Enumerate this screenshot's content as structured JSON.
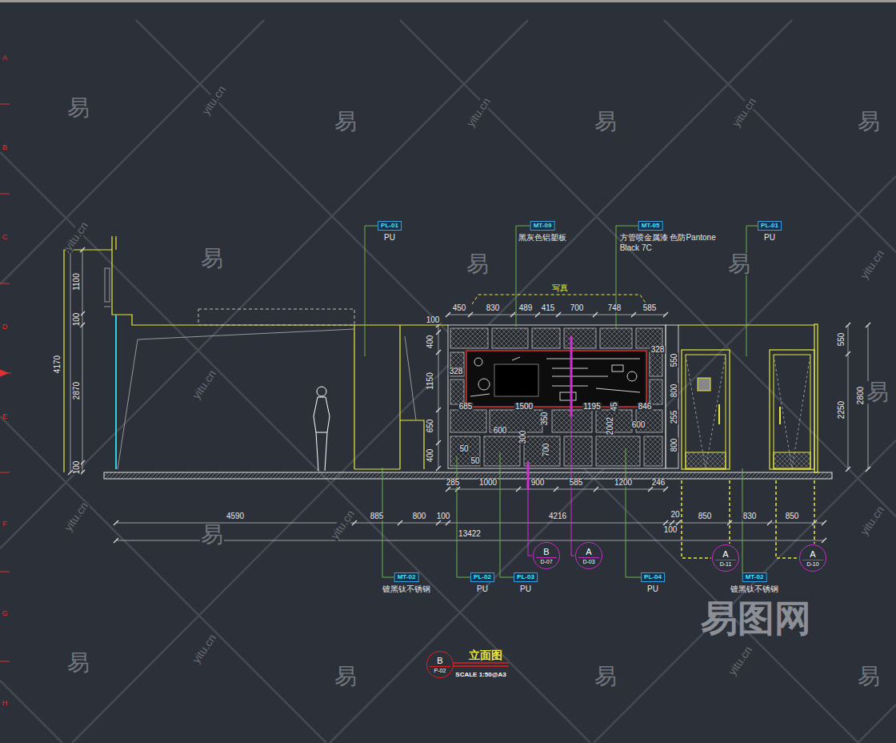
{
  "diagram": {
    "title": "立面图",
    "caption": "SCALE 1:50@A3",
    "nodes": [
      {
        "text": [
          "PL-01",
          "PU"
        ]
      },
      {
        "text": [
          "MT-09",
          "黑灰色铝塑板"
        ]
      },
      {
        "text": [
          "MT-05",
          "方管喷金属漆 色防Pantone Black 7C"
        ]
      },
      {
        "text": [
          "PL-01",
          "PU"
        ]
      },
      {
        "text": [
          "MT-02",
          "镀黑钛不锈钢"
        ]
      },
      {
        "text": [
          "PL-02",
          "PU"
        ]
      },
      {
        "text": [
          "PL-03",
          "PU"
        ]
      },
      {
        "text": [
          "PL-04",
          "PU"
        ]
      },
      {
        "text": [
          "MT-02",
          "镀黑钛不锈钢"
        ]
      },
      {
        "text": [
          "B",
          "D-07"
        ]
      },
      {
        "text": [
          "A",
          "D-03"
        ]
      },
      {
        "text": [
          "A",
          "D-11"
        ]
      },
      {
        "text": [
          "A",
          "D-10"
        ]
      },
      {
        "text": [
          "B",
          "P-02"
        ]
      }
    ],
    "labels": [
      "A",
      "B",
      "C",
      "D",
      "E",
      "F",
      "G",
      "H",
      "1100",
      "100",
      "2870",
      "100",
      "4170",
      "写真",
      "450",
      "830",
      "489",
      "415",
      "700",
      "748",
      "585",
      "100",
      "400",
      "1150",
      "650",
      "400",
      "328",
      "685",
      "1500",
      "1195",
      "846",
      "328",
      "600",
      "350",
      "300",
      "700",
      "600",
      "2002",
      "45",
      "50",
      "50",
      "550",
      "800",
      "255",
      "800",
      "550",
      "2250",
      "2800",
      "285",
      "1000",
      "900",
      "585",
      "1200",
      "246",
      "4590",
      "885",
      "800",
      "100",
      "4216",
      "20",
      "850",
      "830",
      "850",
      "100",
      "13422",
      "易图网",
      "易",
      "易",
      "易",
      "易",
      "易",
      "易",
      "易",
      "易",
      "易",
      "易",
      "易",
      "易",
      "易",
      "yitu.cn",
      "yitu.cn",
      "yitu.cn",
      "yitu.cn",
      "yitu.cn",
      "yitu.cn",
      "yitu.cn",
      "yitu.cn",
      "yitu.cn",
      "yitu.cn",
      "yitu.cn"
    ]
  }
}
